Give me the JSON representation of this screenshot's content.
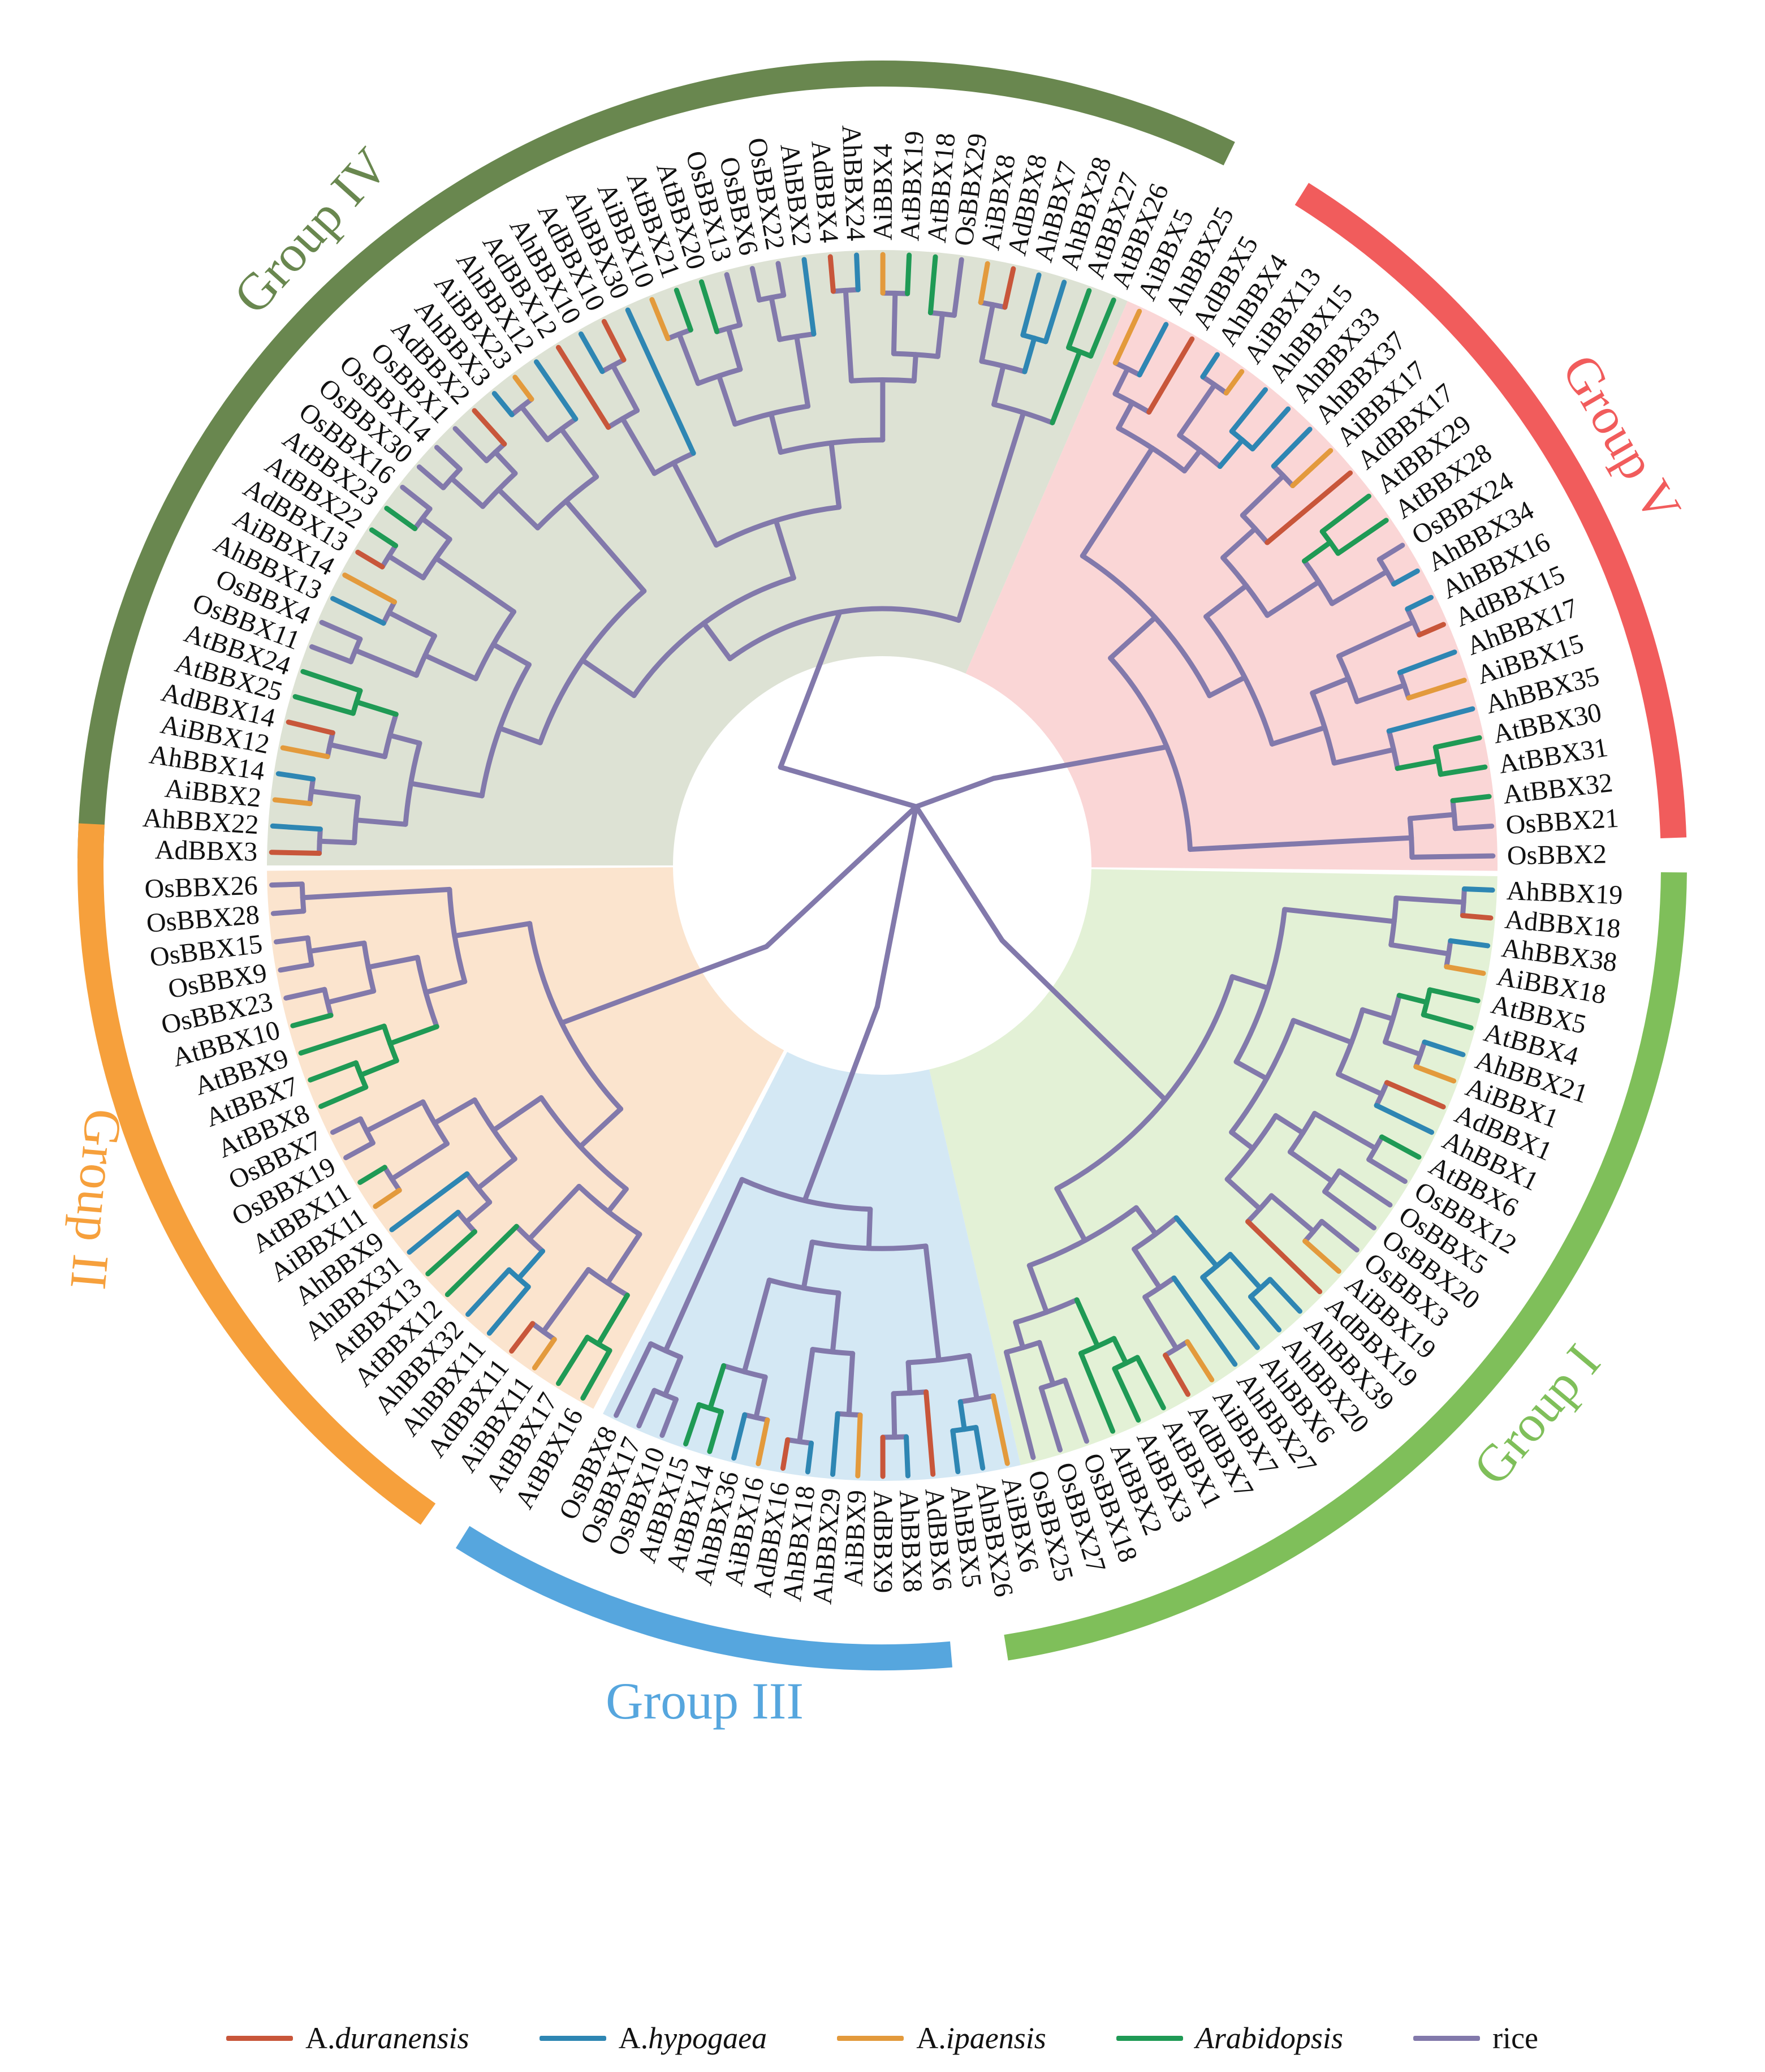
{
  "colors": {
    "duranensis": "#c8563a",
    "hypogaea": "#2e86b3",
    "ipaensis": "#e39a3c",
    "arabidopsis": "#1f9a55",
    "rice": "#8279ab"
  },
  "groups": [
    {
      "label": "Group IV",
      "arc_color": "#69874f",
      "fill_color": "#d9dfcf"
    },
    {
      "label": "Group V",
      "arc_color": "#f15c5c",
      "fill_color": "#fad2d2"
    },
    {
      "label": "Group I",
      "arc_color": "#7fbf5a",
      "fill_color": "#e0efd2"
    },
    {
      "label": "Group III",
      "arc_color": "#56a6de",
      "fill_color": "#cfe5f3"
    },
    {
      "label": "Group II",
      "arc_color": "#f6a03c",
      "fill_color": "#fbe1c9"
    }
  ],
  "leaves": {
    "group_iv": [
      "AdBBX3",
      "AhBBX22",
      "AiBBX2",
      "AhBBX14",
      "AiBBX12",
      "AdBBX14",
      "AtBBX25",
      "AtBBX24",
      "OsBBX11",
      "OsBBX4",
      "AhBBX13",
      "AiBBX14",
      "AdBBX13",
      "AtBBX22",
      "AtBBX23",
      "OsBBX16",
      "OsBBX30",
      "OsBBX14",
      "OsBBX1",
      "AdBBX2",
      "AhBBX3",
      "AiBBX23",
      "AhBBX12",
      "AdBBX12",
      "AhBBX10",
      "AdBBX10",
      "AhBBX30",
      "AiBBX10",
      "AtBBX21",
      "AtBBX20",
      "OsBBX13",
      "OsBBX6",
      "OsBBX22",
      "AhBBX2",
      "AdBBX4",
      "AhBBX24",
      "AiBBX4",
      "AtBBX19",
      "AtBBX18",
      "OsBBX29",
      "AiBBX8",
      "AdBBX8",
      "AhBBX7",
      "AhBBX28",
      "AtBBX27",
      "AtBBX26"
    ],
    "group_v": [
      "AiBBX5",
      "AhBBX25",
      "AdBBX5",
      "AhBBX4",
      "AiBBX13",
      "AhBBX15",
      "AhBBX33",
      "AhBBX37",
      "AiBBX17",
      "AdBBX17",
      "AtBBX29",
      "AtBBX28",
      "OsBBX24",
      "AhBBX34",
      "AhBBX16",
      "AdBBX15",
      "AhBBX17",
      "AiBBX15",
      "AhBBX35",
      "AtBBX30",
      "AtBBX31",
      "AtBBX32",
      "OsBBX21",
      "OsBBX2"
    ],
    "group_i": [
      "AhBBX19",
      "AdBBX18",
      "AhBBX38",
      "AiBBX18",
      "AtBBX5",
      "AtBBX4",
      "AhBBX21",
      "AiBBX1",
      "AdBBX1",
      "AhBBX1",
      "AtBBX6",
      "OsBBX12",
      "OsBBX5",
      "OsBBX20",
      "OsBBX3",
      "AiBBX19",
      "AdBBX19",
      "AhBBX39",
      "AhBBX20",
      "AhBBX6",
      "AhBBX27",
      "AiBBX7",
      "AdBBX7",
      "AtBBX1",
      "AtBBX3",
      "AtBBX2",
      "OsBBX18",
      "OsBBX27",
      "OsBBX25"
    ],
    "group_iii": [
      "AiBBX6",
      "AhBBX26",
      "AhBBX5",
      "AdBBX6",
      "AhBBX8",
      "AdBBX9",
      "AiBBX9",
      "AhBBX29",
      "AhBBX18",
      "AdBBX16",
      "AiBBX16",
      "AhBBX36",
      "AtBBX14",
      "AtBBX15",
      "OsBBX10",
      "OsBBX17",
      "OsBBX8"
    ],
    "group_ii": [
      "AtBBX16",
      "AtBBX17",
      "AiBBX11",
      "AdBBX11",
      "AhBBX11",
      "AhBBX32",
      "AtBBX12",
      "AtBBX13",
      "AhBBX31",
      "AhBBX9",
      "AiBBX11",
      "AtBBX11",
      "OsBBX19",
      "OsBBX7",
      "AtBBX8",
      "AtBBX7",
      "AtBBX9",
      "AtBBX10",
      "OsBBX23",
      "OsBBX9",
      "OsBBX15",
      "OsBBX28",
      "OsBBX26"
    ]
  },
  "legend": [
    {
      "prefix": "A.",
      "name": "duranensis",
      "color_key": "duranensis"
    },
    {
      "prefix": "A.",
      "name": "hypogaea",
      "color_key": "hypogaea"
    },
    {
      "prefix": "A.",
      "name": "ipaensis",
      "color_key": "ipaensis"
    },
    {
      "prefix": "",
      "name": "Arabidopsis",
      "color_key": "arabidopsis"
    },
    {
      "prefix": "",
      "name": "rice",
      "color_key": "rice"
    }
  ]
}
